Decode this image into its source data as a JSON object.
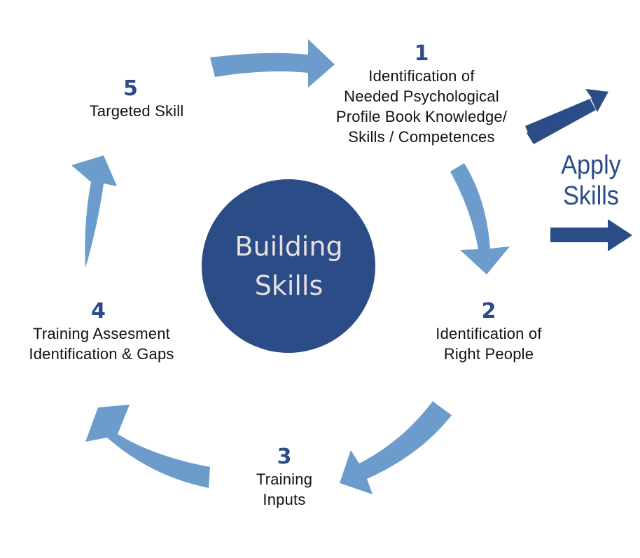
{
  "colors": {
    "arrow_light": "#6b9ccc",
    "arrow_dark": "#2b4c87",
    "circle_fill": "#2b4c87",
    "circle_text": "#e8dfe0",
    "number_text": "#2b4c87",
    "body_text": "#111111"
  },
  "center": {
    "label": "Building\nSkills"
  },
  "apply": {
    "label": "Apply\nSkills"
  },
  "steps": [
    {
      "number": "1",
      "text": "Identification of\nNeeded Psychological\nProfile Book Knowledge/\nSkills / Competences"
    },
    {
      "number": "2",
      "text": "Identification of\nRight People"
    },
    {
      "number": "3",
      "text": "Training\nInputs"
    },
    {
      "number": "4",
      "text": "Training Assesment\nIdentification & Gaps"
    },
    {
      "number": "5",
      "text": "Targeted Skill"
    }
  ]
}
